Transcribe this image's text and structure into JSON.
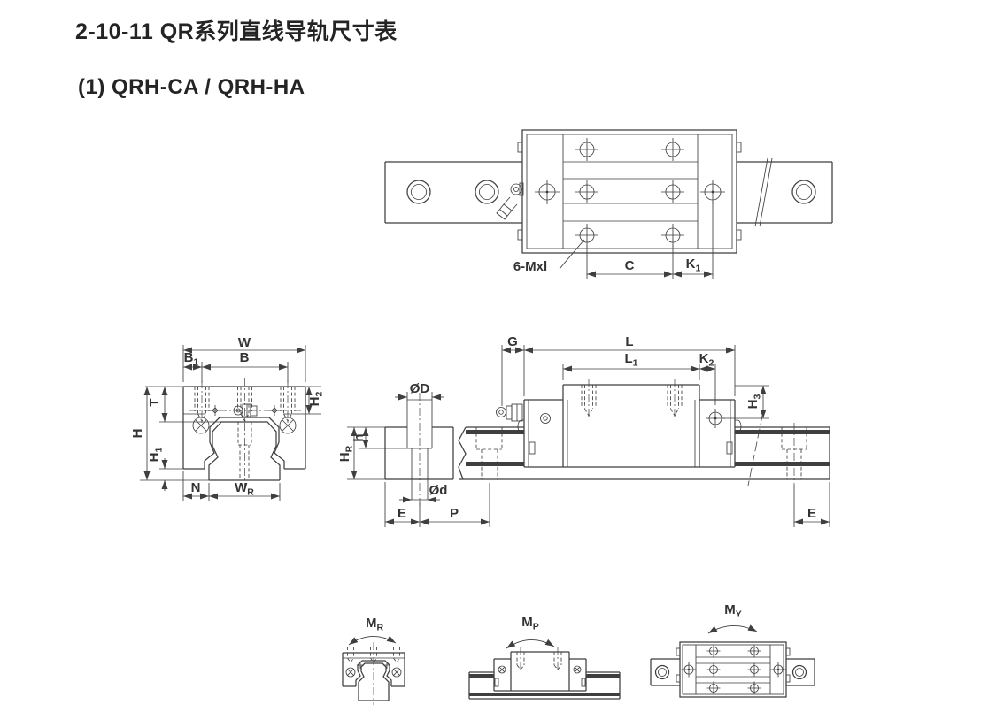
{
  "page": {
    "title": "2-10-11 QR系列直线导轨尺寸表",
    "subtitle": "(1) QRH-CA / QRH-HA"
  },
  "top_view": {
    "labels": {
      "screws": {
        "base": "6-Mxl",
        "sub": ""
      },
      "c": {
        "base": "C",
        "sub": ""
      },
      "k1": {
        "base": "K",
        "sub": "1"
      }
    }
  },
  "cross_section": {
    "labels": {
      "w": {
        "base": "W",
        "sub": ""
      },
      "b1": {
        "base": "B",
        "sub": "1"
      },
      "b": {
        "base": "B",
        "sub": ""
      },
      "t": {
        "base": "T",
        "sub": ""
      },
      "h": {
        "base": "H",
        "sub": ""
      },
      "h1": {
        "base": "H",
        "sub": "1"
      },
      "h2": {
        "base": "H",
        "sub": "2"
      },
      "n": {
        "base": "N",
        "sub": ""
      },
      "wr": {
        "base": "W",
        "sub": "R"
      }
    }
  },
  "side_view": {
    "labels": {
      "od": {
        "base": "ØD",
        "sub": ""
      },
      "h_depth": {
        "base": "h",
        "sub": ""
      },
      "hr": {
        "base": "H",
        "sub": "R"
      },
      "od_small": {
        "base": "Ød",
        "sub": ""
      },
      "e_left": {
        "base": "E",
        "sub": ""
      },
      "p": {
        "base": "P",
        "sub": ""
      },
      "g": {
        "base": "G",
        "sub": ""
      },
      "l": {
        "base": "L",
        "sub": ""
      },
      "l1": {
        "base": "L",
        "sub": "1"
      },
      "k2": {
        "base": "K",
        "sub": "2"
      },
      "h3": {
        "base": "H",
        "sub": "3"
      },
      "e_right": {
        "base": "E",
        "sub": ""
      }
    }
  },
  "moment_views": {
    "mr": {
      "base": "M",
      "sub": "R"
    },
    "mp": {
      "base": "M",
      "sub": "P"
    },
    "my": {
      "base": "M",
      "sub": "Y"
    }
  }
}
